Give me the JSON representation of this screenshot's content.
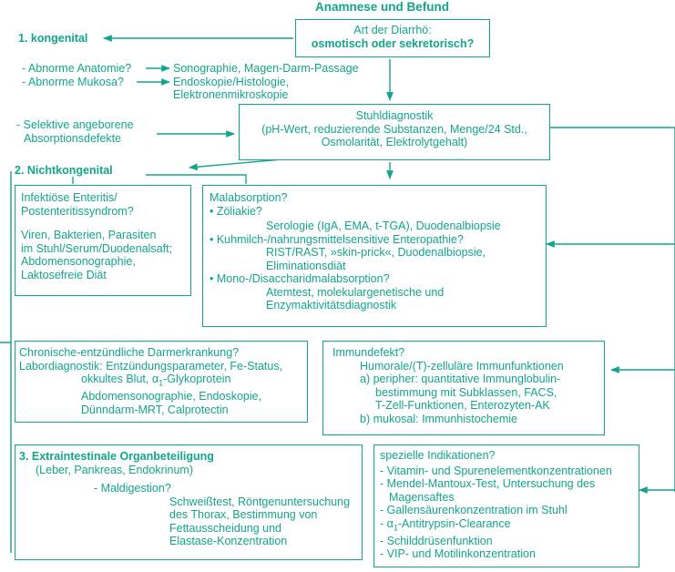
{
  "title": "Anamnese und Befund",
  "start": {
    "line1": "Art der Diarrhö:",
    "line2": "osmotisch oder sekretorisch?"
  },
  "kongenital": {
    "heading": "1.  kongenital",
    "anatomie": "- Abnorme Anatomie?",
    "anatomie_result": "Sonographie, Magen-Darm-Passage",
    "mukosa": "- Abnorme Mukosa?",
    "mukosa_result_1": "Endoskopie/Histologie,",
    "mukosa_result_2": "Elektronenmikroskopie",
    "selektiv_1": "- Selektive angeborene",
    "selektiv_2": "Absorptionsdefekte"
  },
  "stuhl": {
    "line1": "Stuhldiagnostik",
    "line2": "(pH-Wert, reduzierende Substanzen, Menge/24 Std.,",
    "line3": "Osmolarität, Elektrolytgehalt)"
  },
  "nichtkongenital": {
    "heading": "2.  Nichtkongenital"
  },
  "infekt": {
    "l1": "Infektiöse Enteritis/",
    "l2": "Postenteritissyndrom?",
    "l3": "Viren, Bakterien, Parasiten",
    "l4": "im Stuhl/Serum/Duodenalsaft;",
    "l5": "Abdomensonographie,",
    "l6": "Laktosefreie Diät"
  },
  "malabs": {
    "l1": "Malabsorption?",
    "l2": "• Zöliakie?",
    "l3": "Serologie (IgA, EMA, t-TGA), Duodenalbiopsie",
    "l4": "• Kuhmilch-/nahrungsmittelsensitive Enteropathie?",
    "l5": "RIST/RAST, »skin-prick«, Duodenalbiopsie,",
    "l6": "Eliminationsdiät",
    "l7": "• Mono-/Disaccharidmalabsorption?",
    "l8": "Atemtest, molekulargenetische und",
    "l9": "Enzymaktivitätsdiagnostik"
  },
  "chronisch": {
    "l1": "Chronische-entzündliche Darmerkrankung?",
    "l2": "Labordiagnostik: Entzündungsparameter, Fe-Status,",
    "l3": "okkultes Blut,",
    "l3_alpha": "α",
    "l3_sub": "1",
    "l3_end": "-Glykoprotein",
    "l4": "Abdomensonographie, Endoskopie,",
    "l5": "Dünndarm-MRT, Calprotectin"
  },
  "immun": {
    "l1": "Immundefekt?",
    "l2": "Humorale/(T)-zelluläre Immunfunktionen",
    "l3": "a) peripher: quantitative Immunglobulin-",
    "l4": "bestimmung mit Subklassen, FACS,",
    "l5": "T-Zell-Funktionen, Enterozyten-AK",
    "l6": "b) mukosal: Immunhistochemie"
  },
  "extra": {
    "heading": "3.  Extraintestinale Organbeteiligung",
    "l2": "(Leber, Pankreas, Endokrinum)",
    "l3": "- Maldigestion?",
    "l4": "Schweißtest, Röntgenuntersuchung",
    "l5": "des Thorax, Bestimmung von",
    "l6": "Fettausscheidung und",
    "l7": "Elastase-Konzentration"
  },
  "speziell": {
    "heading": "spezielle Indikationen?",
    "i1": "- Vitamin- und Spurenelementkonzentrationen",
    "i2": "- Mendel-Mantoux-Test, Untersuchung des",
    "i2b": "Magensaftes",
    "i3": "- Gallensäurenkonzentration im Stuhl",
    "i4_pre": "- ",
    "i4_alpha": "α",
    "i4_sub": "1",
    "i4_end": "-Antitrypsin-Clearance",
    "i5": "- Schilddrüsenfunktion",
    "i6": "- VIP- und Motilinkonzentration"
  },
  "colors": {
    "accent": "#12a58c",
    "background": "#ffffff"
  }
}
